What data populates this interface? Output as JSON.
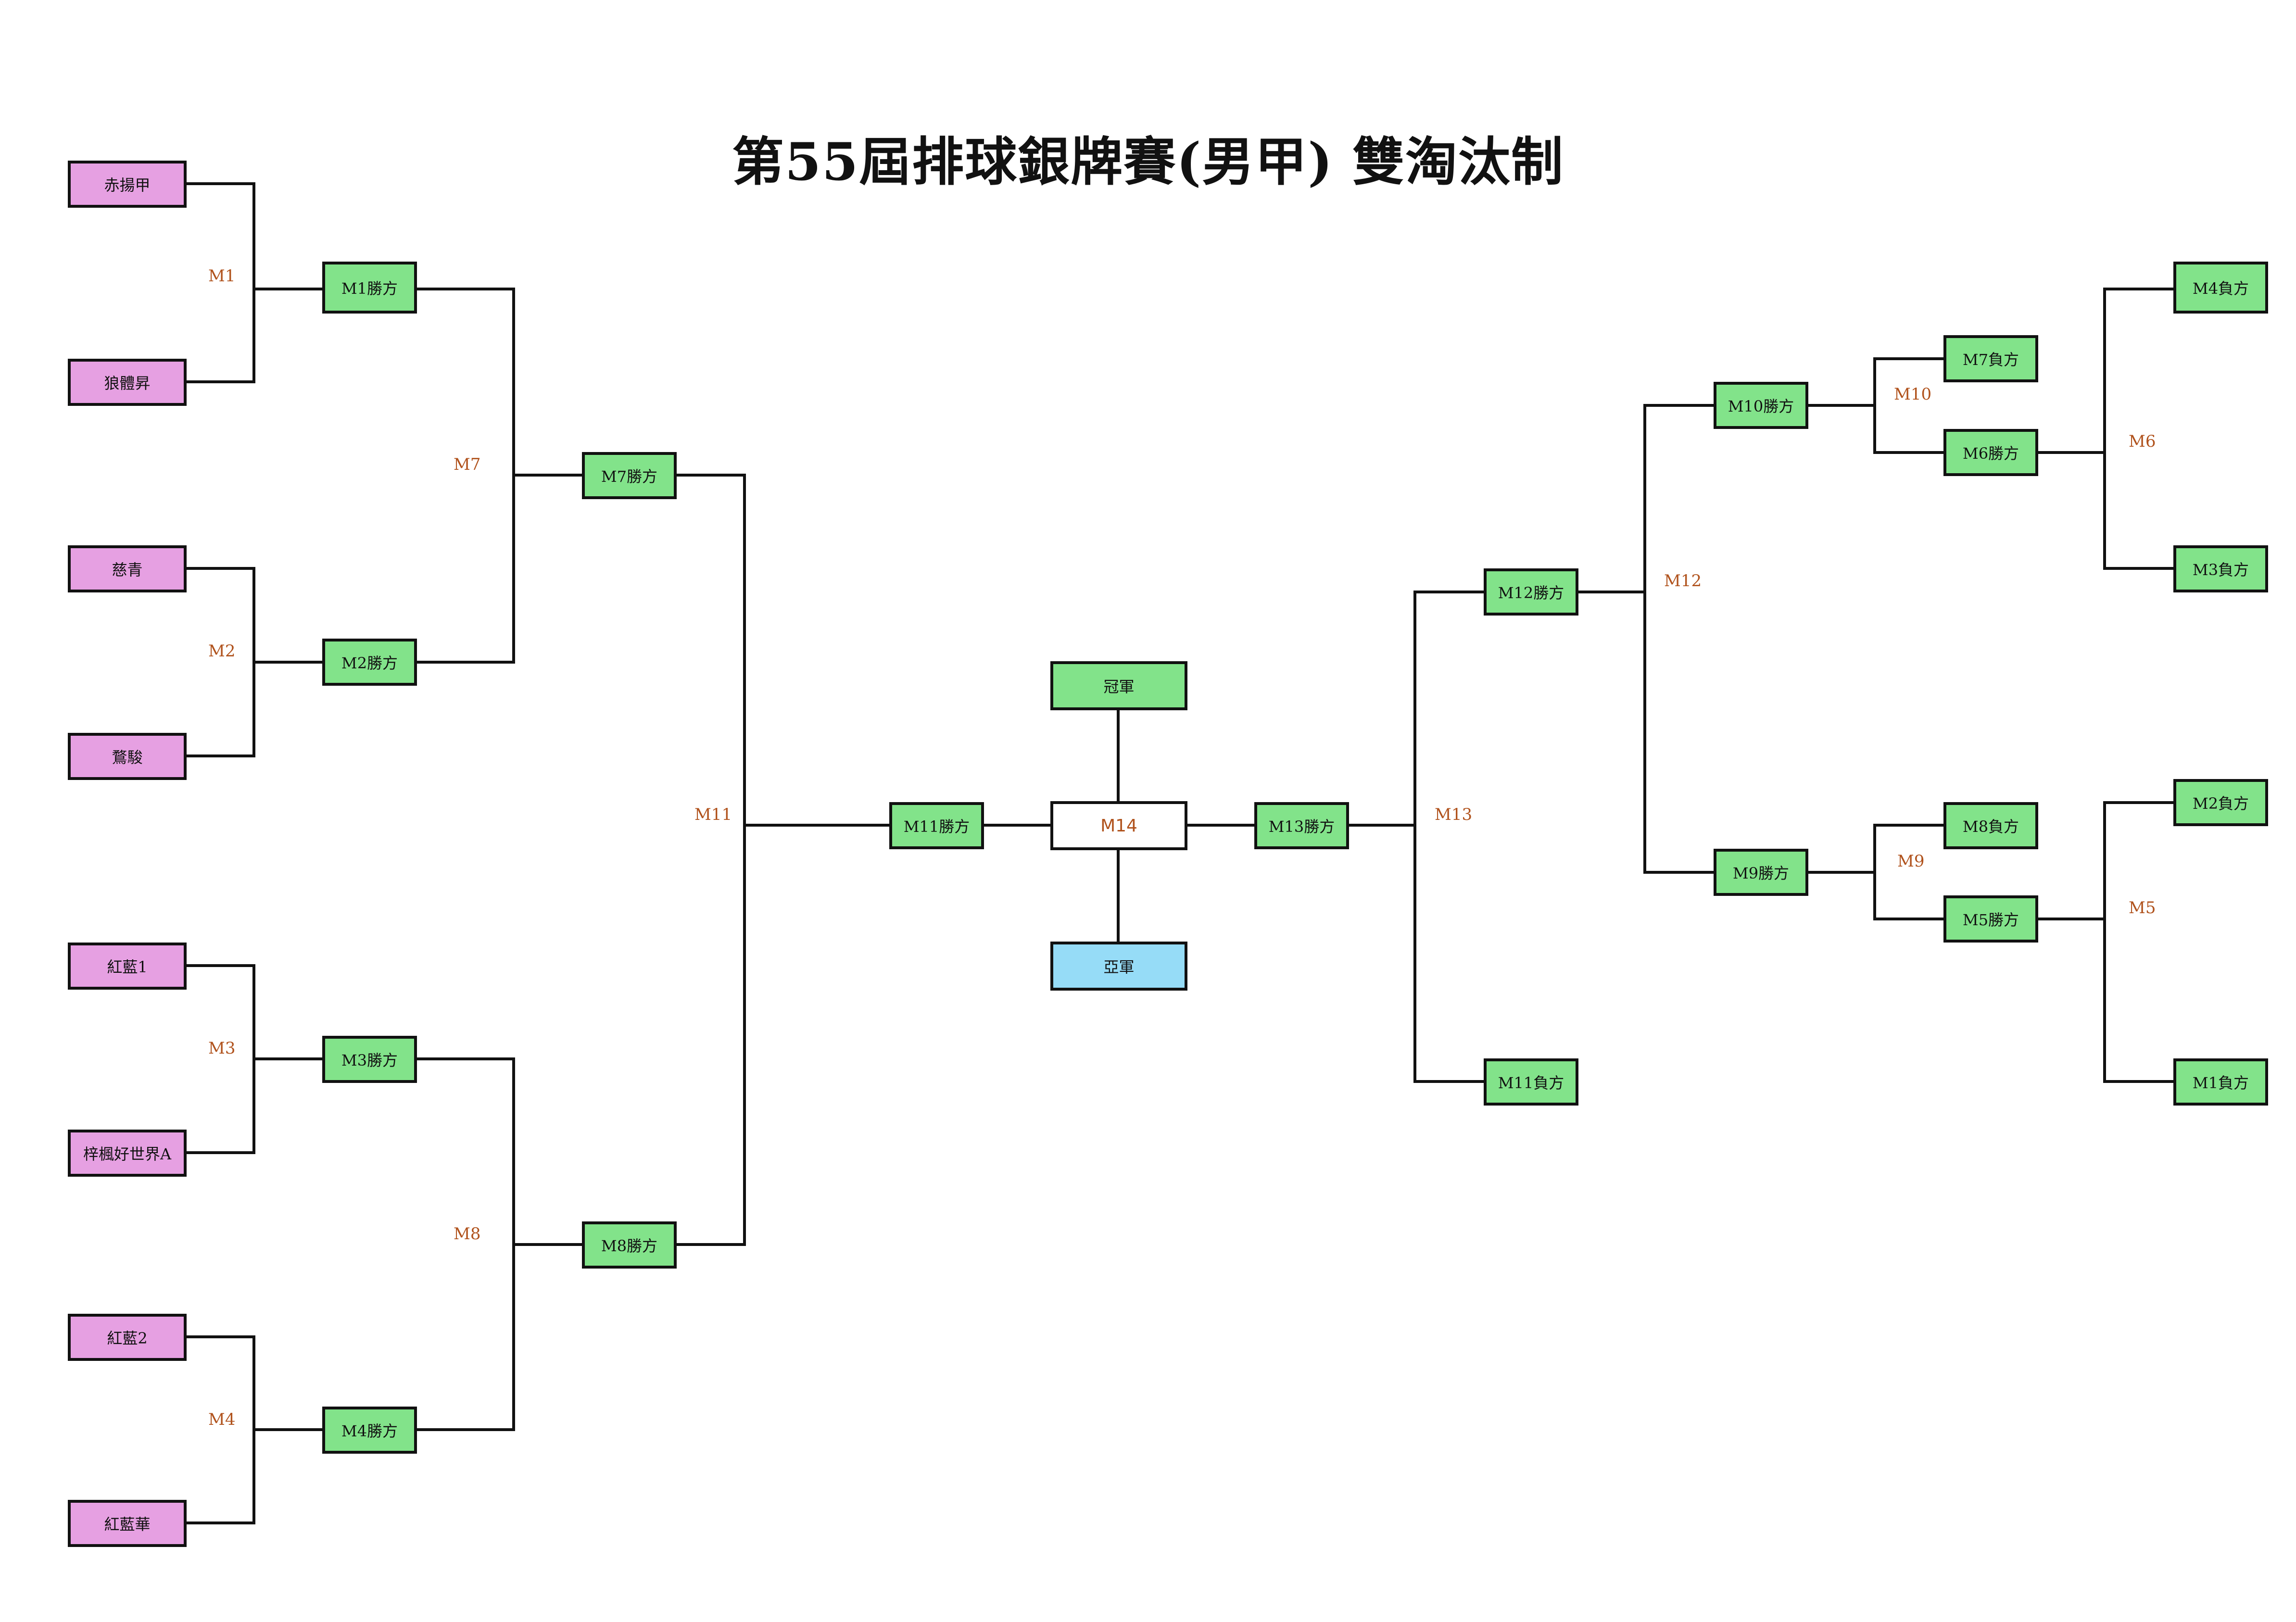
{
  "title": "第55屆排球銀牌賽(男甲)  雙淘汰制",
  "colors": {
    "team_fill": "#e6a0e2",
    "result_fill": "#82e38a",
    "runner_up_fill": "#96dcf7",
    "final_fill": "#ffffff",
    "line": "#111111",
    "match_label": "#b0521c"
  },
  "teams": [
    "赤揚甲",
    "狼體昇",
    "慈青",
    "鶩駿",
    "紅藍1",
    "梓楓好世界A",
    "紅藍2",
    "紅藍華"
  ],
  "winners_bracket": {
    "round1_results": [
      "M1勝方",
      "M2勝方",
      "M3勝方",
      "M4勝方"
    ],
    "round2_results": [
      "M7勝方",
      "M8勝方"
    ],
    "final_result": "M11勝方"
  },
  "losers_bracket": {
    "entrants": [
      "M4負方",
      "M3負方",
      "M2負方",
      "M1負方"
    ],
    "round_a_results": [
      "M6勝方",
      "M5勝方"
    ],
    "round_a_drops": [
      "M7負方",
      "M8負方"
    ],
    "round_b_results": [
      "M10勝方",
      "M9勝方"
    ],
    "round_c_result": "M12勝方",
    "round_c_drop": "M11負方",
    "final_result": "M13勝方"
  },
  "final": {
    "match": "M14",
    "champion": "冠軍",
    "runner_up": "亞軍"
  },
  "match_labels": {
    "m1": "M1",
    "m2": "M2",
    "m3": "M3",
    "m4": "M4",
    "m5": "M5",
    "m6": "M6",
    "m7": "M7",
    "m8": "M8",
    "m9": "M9",
    "m10": "M10",
    "m11": "M11",
    "m12": "M12",
    "m13": "M13"
  }
}
